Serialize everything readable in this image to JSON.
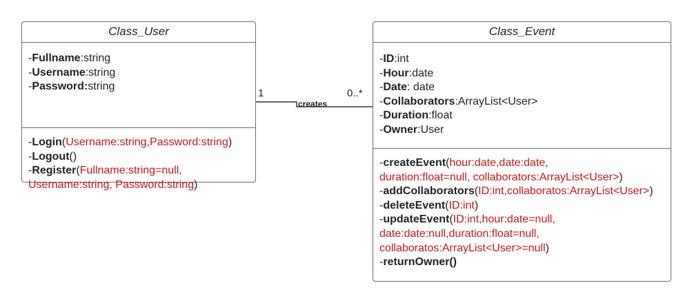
{
  "class_user": {
    "title": "Class_User",
    "attributes": [
      {
        "name": "Fullname",
        "type": ":string"
      },
      {
        "name": "Username",
        "type": ":string"
      },
      {
        "name": "Password:",
        "type": "string"
      }
    ],
    "methods": {
      "login": {
        "name": "Login",
        "open": "(",
        "params": "Username:string,Password:string",
        "close": ")"
      },
      "logout": {
        "name": "Logout",
        "params": "()"
      },
      "register": {
        "name": "Register",
        "open": "(",
        "params_1": "Fullname:string=null,",
        "params_2": "Username:string, Password:string",
        "close": ")"
      }
    }
  },
  "class_event": {
    "title": "Class_Event",
    "attributes": [
      {
        "name": "ID",
        "type": ":int"
      },
      {
        "name": "Hour",
        "type": ":date"
      },
      {
        "name": "Date",
        "type": ": date"
      },
      {
        "name": "Collaborators",
        "type": ":ArrayList<User>"
      },
      {
        "name": "Duration",
        "type": ":float"
      },
      {
        "name": "Owner",
        "type": ":User"
      }
    ],
    "methods": {
      "create_event": {
        "name": "createEvent",
        "open": "(",
        "params_1": "hour:date,date:date,",
        "params_2": "duration:float=null, collaborators:ArrayList<User>",
        "close": ")"
      },
      "add_collaborators": {
        "name": "addCollaborators",
        "open": "(",
        "params": "ID:int,collaboratos:ArrayList<User>",
        "close": ")"
      },
      "delete_event": {
        "name": "deleteEvent",
        "open": "(",
        "params": "ID:int",
        "close": ")"
      },
      "update_event": {
        "name": "updateEvent",
        "open": "(",
        "params_1": "ID:int,hour:date=null,",
        "params_2": "date:date:null,duration:float=null,",
        "params_3": "collaboratos:ArrayList<User>=null",
        "close": ")"
      },
      "return_owner": {
        "name": "returnOwner()"
      }
    }
  },
  "association": {
    "label": "creates",
    "multiplicity_source": "1",
    "multiplicity_target": "0..*"
  },
  "colors": {
    "param_red": "#c0181c",
    "border": "#6b6b6b",
    "text": "#222222"
  }
}
